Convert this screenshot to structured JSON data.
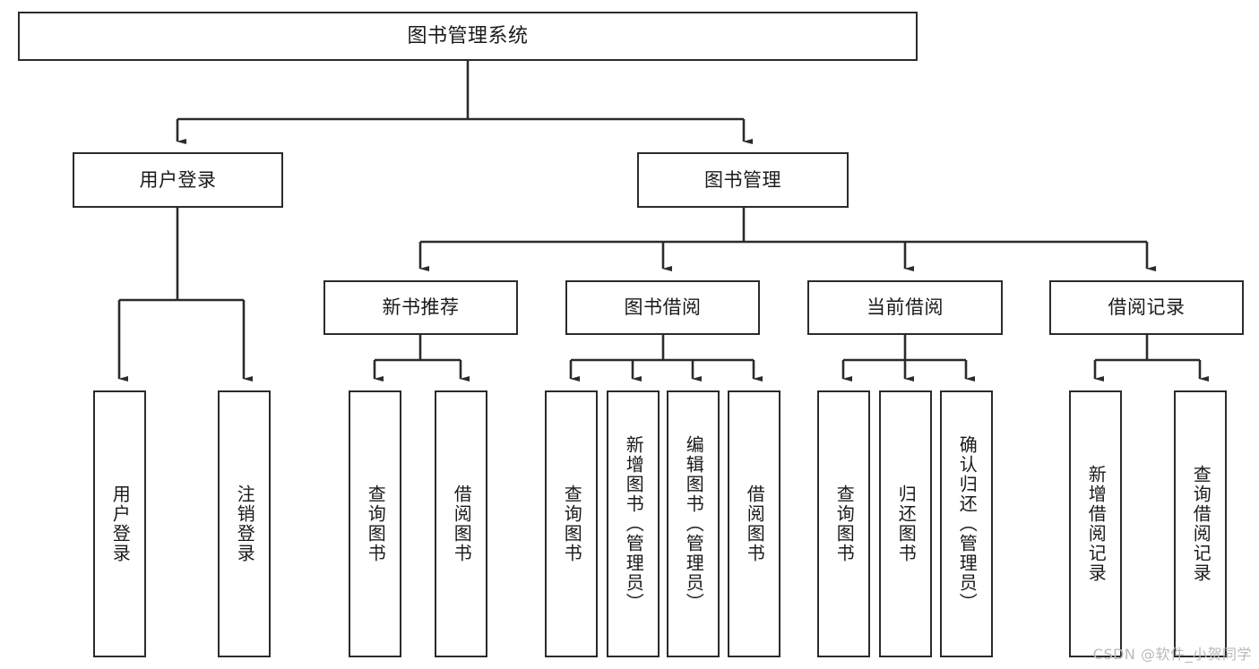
{
  "diagram": {
    "title": "图书管理系统",
    "watermark": "CSDN @软件_小贺同学",
    "colors": {
      "stroke": "#2b2b2b",
      "fill": "#ffffff",
      "text": "#1a1a1a",
      "watermark": "#b9b9b9"
    },
    "type": "tree",
    "nodes": {
      "root": {
        "label": "图书管理系统"
      },
      "level2": [
        {
          "id": "user-login",
          "label": "用户登录"
        },
        {
          "id": "book-management",
          "label": "图书管理"
        }
      ],
      "level3": [
        {
          "id": "new-book-recommend",
          "label": "新书推荐"
        },
        {
          "id": "book-borrow",
          "label": "图书借阅"
        },
        {
          "id": "current-borrow",
          "label": "当前借阅"
        },
        {
          "id": "borrow-record",
          "label": "借阅记录"
        }
      ],
      "leaves": {
        "user-login": [
          {
            "id": "leaf-user-login",
            "label": "用户登录"
          },
          {
            "id": "leaf-logout",
            "label": "注销登录"
          }
        ],
        "new-book-recommend": [
          {
            "id": "leaf-query-book-1",
            "label": "查询图书"
          },
          {
            "id": "leaf-borrow-book-1",
            "label": "借阅图书"
          }
        ],
        "book-borrow": [
          {
            "id": "leaf-query-book-2",
            "label": "查询图书"
          },
          {
            "id": "leaf-add-book",
            "label": "新增图书（管理员）"
          },
          {
            "id": "leaf-edit-book",
            "label": "编辑图书（管理员）"
          },
          {
            "id": "leaf-borrow-book-2",
            "label": "借阅图书"
          }
        ],
        "current-borrow": [
          {
            "id": "leaf-query-book-3",
            "label": "查询图书"
          },
          {
            "id": "leaf-return-book",
            "label": "归还图书"
          },
          {
            "id": "leaf-confirm-return",
            "label": "确认归还（管理员）"
          }
        ],
        "borrow-record": [
          {
            "id": "leaf-add-record",
            "label": "新增借阅记录"
          },
          {
            "id": "leaf-query-record",
            "label": "查询借阅记录"
          }
        ]
      }
    }
  }
}
